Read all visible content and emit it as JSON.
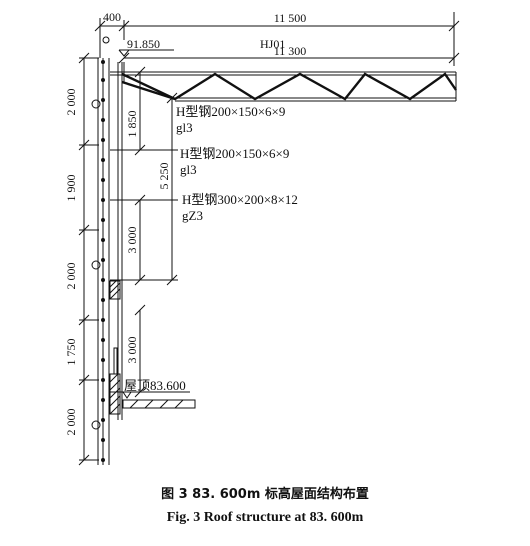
{
  "dimensions": {
    "top_offset": "400",
    "span_total": "11 500",
    "span_inner": "11 300",
    "left_stack": [
      "2 000",
      "1 900",
      "2 000",
      "1 750",
      "2 000"
    ],
    "col_1850": "1 850",
    "col_5250": "5 250",
    "col_3000a": "3 000",
    "col_3000b": "3 000"
  },
  "labels": {
    "elev_top": "91.850",
    "truss": "HJ01",
    "beam1": "H型钢200×150×6×9",
    "beam1_tag": "gl3",
    "beam2": "H型钢200×150×6×9",
    "beam2_tag": "gl3",
    "beam3": "H型钢300×200×8×12",
    "beam3_tag": "gZ3",
    "roof_level": "屋顶83.600"
  },
  "caption": {
    "cn": "图 3   83. 600m 标高屋面结构布置",
    "en": "Fig. 3   Roof structure at 83. 600m"
  }
}
